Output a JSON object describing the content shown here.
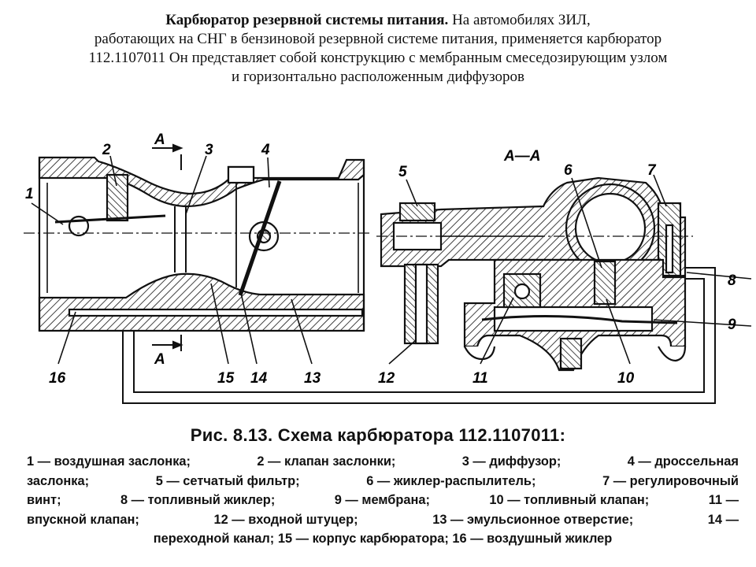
{
  "intro": {
    "bold_title": "Карбюратор резервной системы питания.",
    "line1_rest": " На автомобилях ЗИЛ,",
    "line2": "работающих на СНГ в бензиновой резервной системе питания, применяется карбюратор",
    "line3": "112.1107011  Он представляет собой конструкцию с мембранным смеседозирующим узлом",
    "line4": "и горизонтально расположенным диффузоров"
  },
  "figure": {
    "caption": "Рис. 8.13. Схема карбюратора 112.1107011:",
    "section_marks": {
      "top_left": "А",
      "bottom_left": "А",
      "section_title": "А—А"
    },
    "callouts": [
      "1",
      "2",
      "3",
      "4",
      "5",
      "6",
      "7",
      "8",
      "9",
      "10",
      "11",
      "12",
      "13",
      "14",
      "15",
      "16"
    ],
    "legend_rows": [
      [
        "1 — воздушная заслонка;",
        "2 — клапан заслонки;",
        "3 — диффузор;",
        "4 — дроссельная"
      ],
      [
        "заслонка;",
        "5 — сетчатый фильтр;",
        "6 — жиклер-распылитель;",
        "7 — регулировочный"
      ],
      [
        "винт;",
        "8 — топливный жиклер;",
        "9 — мембрана;",
        "10 — топливный клапан;",
        "11 —"
      ],
      [
        "впускной клапан;",
        "12 — входной штуцер;",
        "13 — эмульсионное отверстие;",
        "14 —"
      ],
      [
        "переходной канал;",
        "15 — корпус карбюратора;",
        "16 — воздушный жиклер"
      ]
    ]
  }
}
